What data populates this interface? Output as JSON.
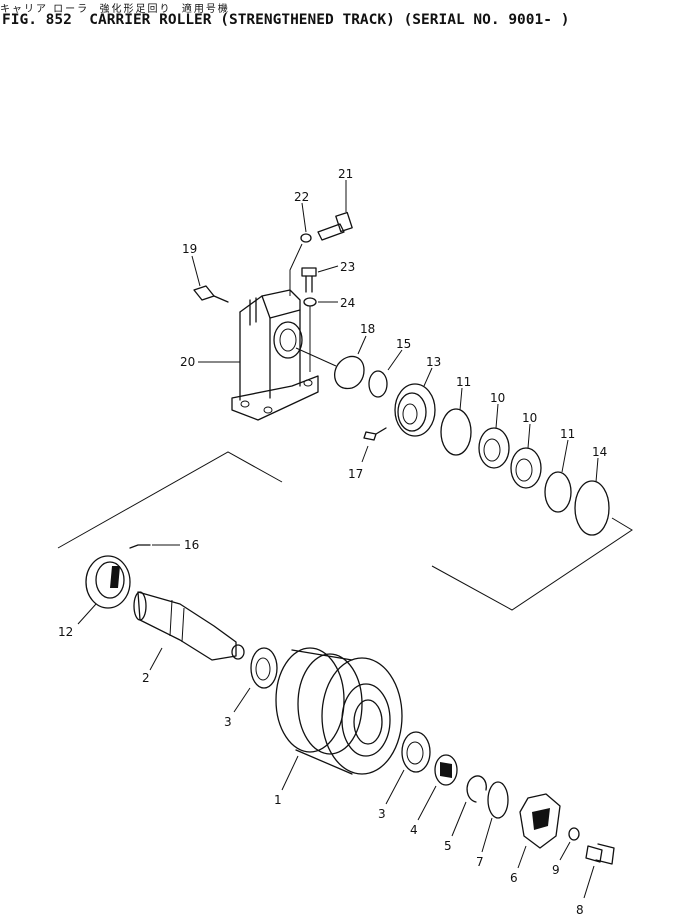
{
  "header": {
    "subtitle_jp": "キャリア ローラ  強化形足回り  適用号機",
    "title": "FIG. 852  CARRIER ROLLER (STRENGTHENED TRACK) (SERIAL NO. 9001- )"
  },
  "callouts": {
    "c1": "1",
    "c2": "2",
    "c3a": "3",
    "c3b": "3",
    "c4": "4",
    "c5": "5",
    "c6": "6",
    "c7": "7",
    "c8": "8",
    "c9": "9",
    "c10a": "10",
    "c10b": "10",
    "c11a": "11",
    "c11b": "11",
    "c12": "12",
    "c13": "13",
    "c14": "14",
    "c15": "15",
    "c16": "16",
    "c17": "17",
    "c18": "18",
    "c19": "19",
    "c20": "20",
    "c21": "21",
    "c22": "22",
    "c23": "23",
    "c24": "24"
  }
}
